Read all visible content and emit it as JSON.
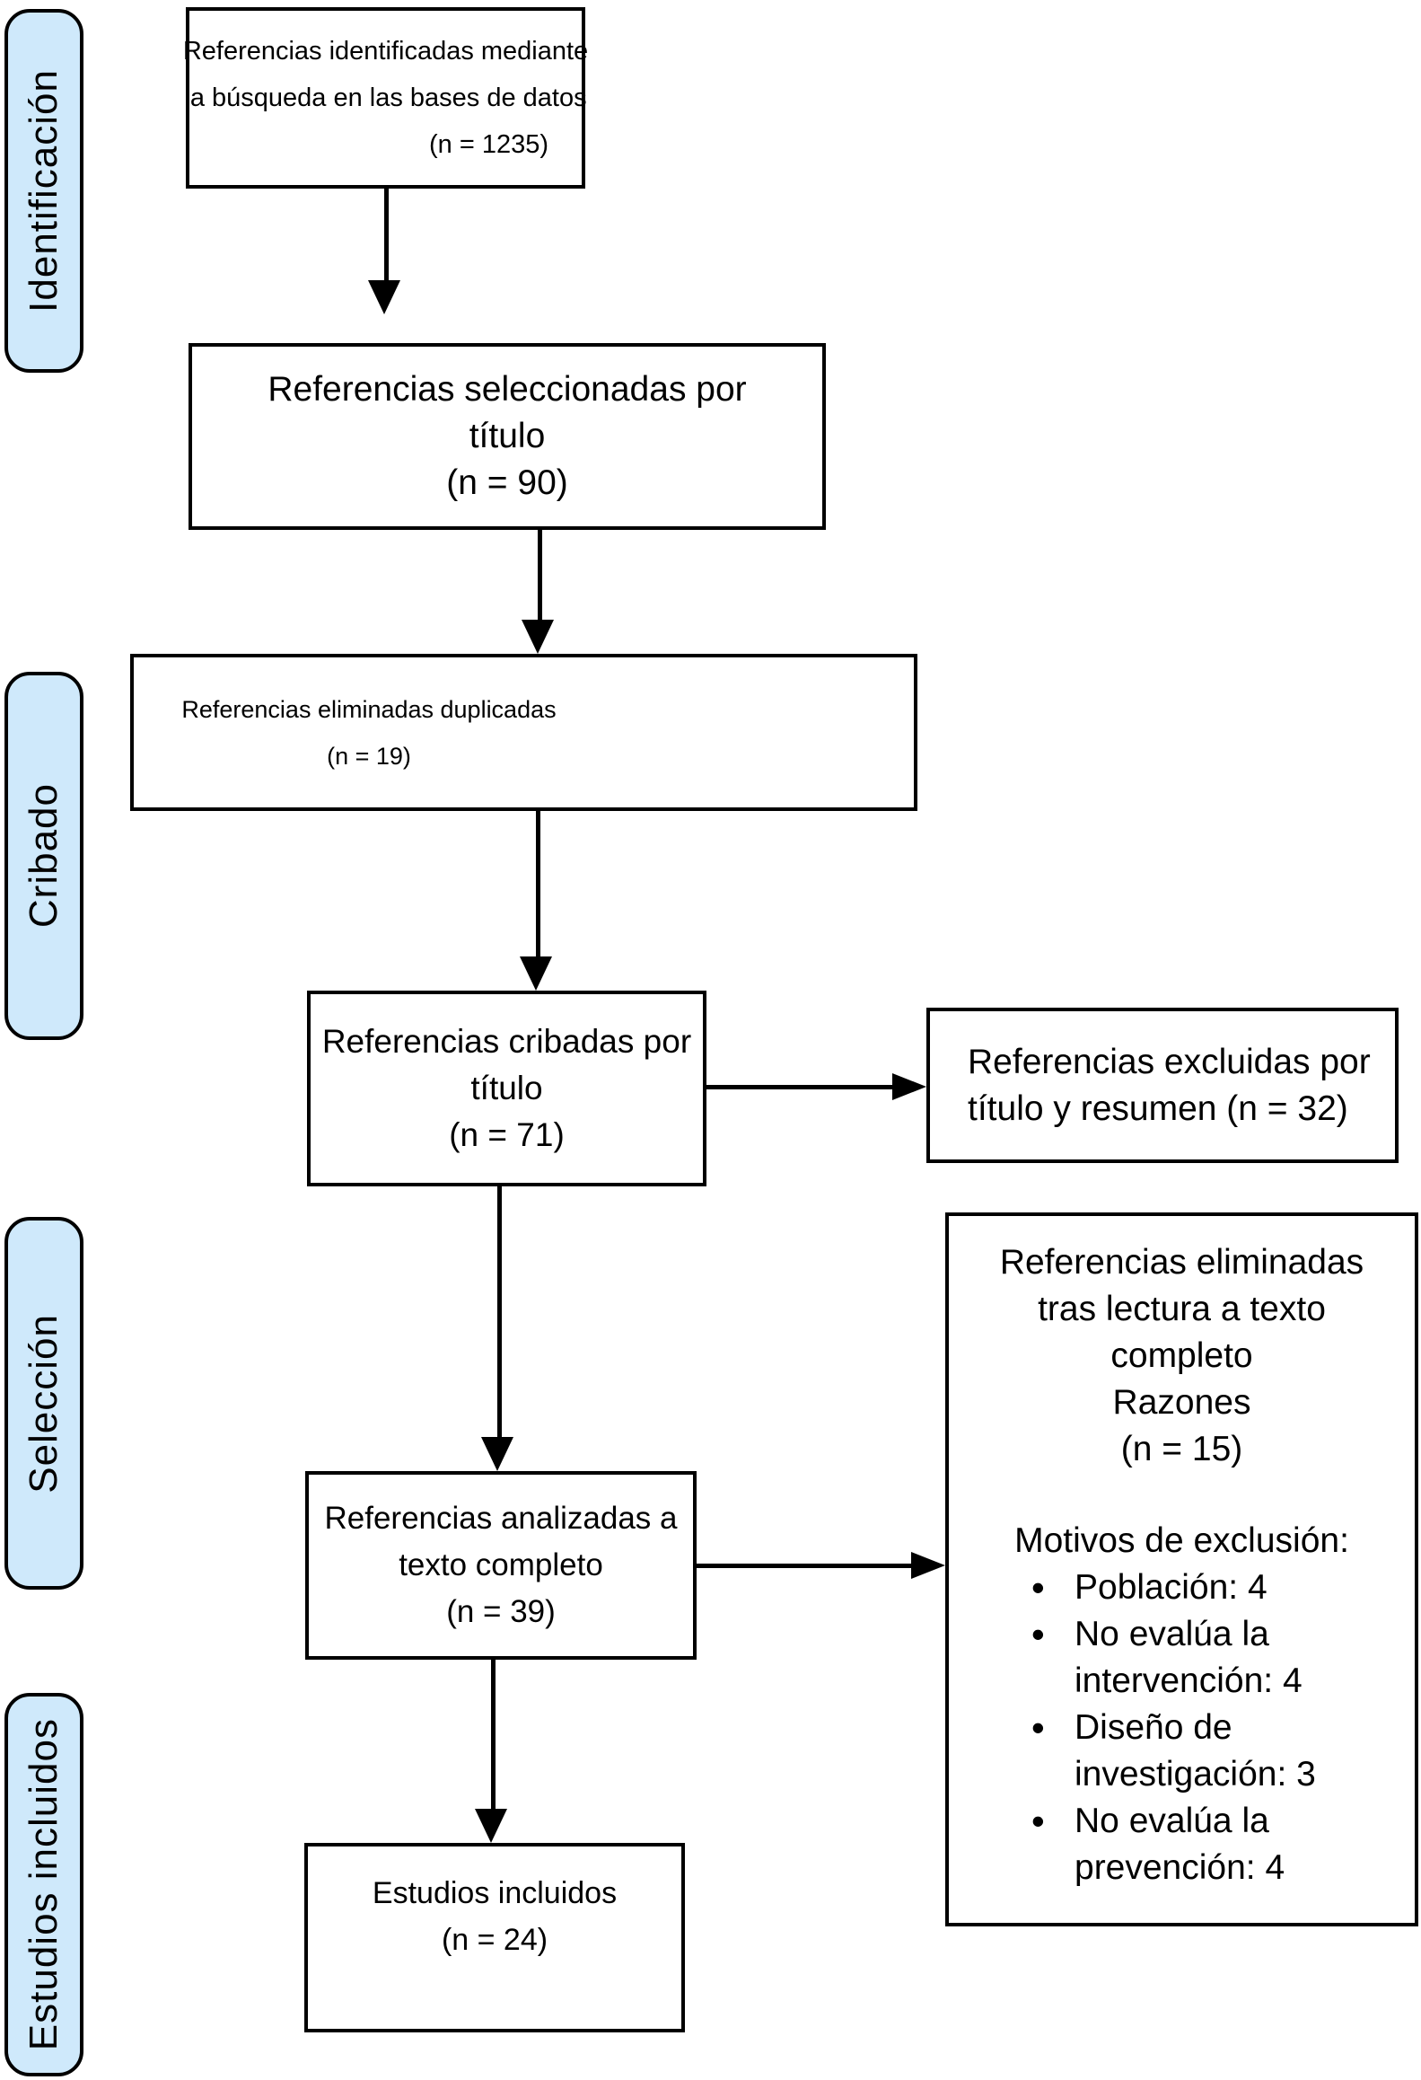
{
  "colors": {
    "stage_fill": "#cfe9fb",
    "line": "#000000",
    "box_bg": "#ffffff"
  },
  "stages": {
    "identificacion": "Identificación",
    "cribado": "Cribado",
    "seleccion": "Selección",
    "estudios_incluidos": "Estudios incluidos"
  },
  "boxes": {
    "identified": {
      "line1": "Referencias identificadas mediante",
      "line2": "la búsqueda en las bases de datos",
      "line3": "(n = 1235)"
    },
    "selected_by_title": {
      "line1": "Referencias seleccionadas por",
      "line2": "título",
      "line3": "(n = 90)"
    },
    "duplicates_removed": {
      "line1": "Referencias eliminadas duplicadas",
      "line2": "(n = 19)"
    },
    "screened_by_title": {
      "line1": "Referencias cribadas por",
      "line2": "título",
      "line3": "(n = 71)"
    },
    "fulltext_analyzed": {
      "line1": "Referencias analizadas a",
      "line2": "texto completo",
      "line3": "(n = 39)"
    },
    "studies_included": {
      "line1": "Estudios incluidos",
      "line2": "(n = 24)"
    },
    "excluded_title_abstract": {
      "line1": "Referencias excluidas por",
      "line2": "título y resumen (n = 32)"
    },
    "removed_fulltext": {
      "line1": "Referencias eliminadas",
      "line2": "tras lectura a texto",
      "line3": "completo",
      "line4": "Razones",
      "line5": "(n = 15)",
      "reasons_title": "Motivos de exclusión:",
      "reasons": [
        "Población: 4",
        "No evalúa la intervención: 4",
        "Diseño de investigación: 3",
        "No evalúa la prevención: 4"
      ]
    }
  }
}
